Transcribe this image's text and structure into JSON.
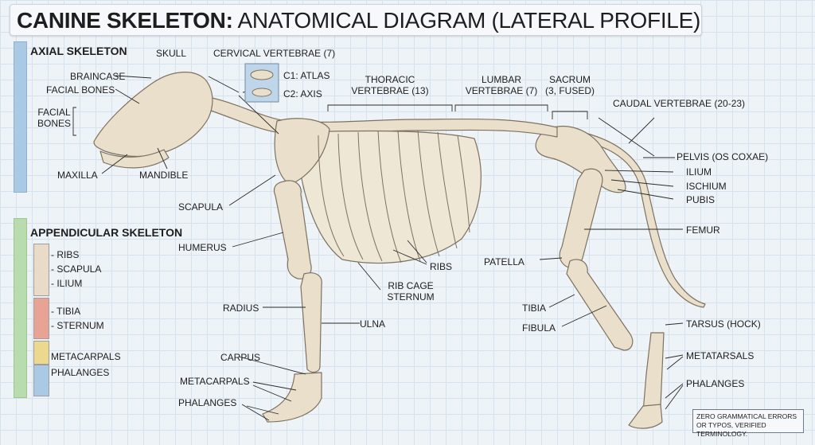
{
  "title": {
    "bold": "CANINE SKELETON:",
    "rest": " ANATOMICAL DIAGRAM (LATERAL PROFILE)"
  },
  "axial": {
    "heading": "AXIAL SKELETON",
    "skull": "SKULL",
    "cervical": "CERVICAL VERTEBRAE (7)",
    "c1": "C1: ATLAS",
    "c2": "C2: AXIS",
    "braincase": "BRAINCASE",
    "facial_bones_1": "FACIAL BONES",
    "facial_bones_2": "FACIAL\nBONES",
    "maxilla": "MAXILLA",
    "mandible": "MANDIBLE",
    "thoracic": "THORACIC\nVERTEBRAE (13)",
    "lumbar": "LUMBAR\nVERTEBRAE (7)",
    "sacrum": "SACRUM\n(3, FUSED)",
    "caudal": "CAUDAL VERTEBRAE (20-23)"
  },
  "appendicular": {
    "heading": "APPENDICULAR SKELETON",
    "legend": [
      {
        "label": "- RIBS",
        "color": "#e8dcc8"
      },
      {
        "label": "- SCAPULA",
        "color": "#e8dcc8"
      },
      {
        "label": "- ILIUM",
        "color": "#e8dcc8"
      },
      {
        "label": "- TIBIA",
        "color": "#e8a394"
      },
      {
        "label": "- STERNUM",
        "color": "#e8a394"
      },
      {
        "label": "METACARPALS",
        "color": "#ecd98d"
      },
      {
        "label": "PHALANGES",
        "color": "#a9c9e4"
      }
    ]
  },
  "labels": {
    "scapula": "SCAPULA",
    "humerus": "HUMERUS",
    "radius": "RADIUS",
    "ulna": "ULNA",
    "carpus": "CARPUS",
    "metacarpals": "METACARPALS",
    "phalanges_front": "PHALANGES",
    "ribs": "RIBS",
    "rib_cage_sternum": "RIB CAGE\nSTERNUM",
    "pelvis": "PELVIS (OS COXAE)",
    "ilium": "ILIUM",
    "ischium": "ISCHIUM",
    "pubis": "PUBIS",
    "femur": "FEMUR",
    "patella": "PATELLA",
    "tibia": "TIBIA",
    "fibula": "FIBULA",
    "tarsus": "TARSUS (HOCK)",
    "metatarsals": "METATARSALS",
    "phalanges_hind": "PHALANGES"
  },
  "note": "ZERO GRAMMATICAL ERRORS OR TYPOS, VERIFIED TERMINOLOGY.",
  "colors": {
    "bone": "#e9dfca",
    "bone_stroke": "#7d7261",
    "grid": "#d6e2ee",
    "axial_bar": "#a9c9e4",
    "appendicular_bar": "#b9dcae"
  }
}
